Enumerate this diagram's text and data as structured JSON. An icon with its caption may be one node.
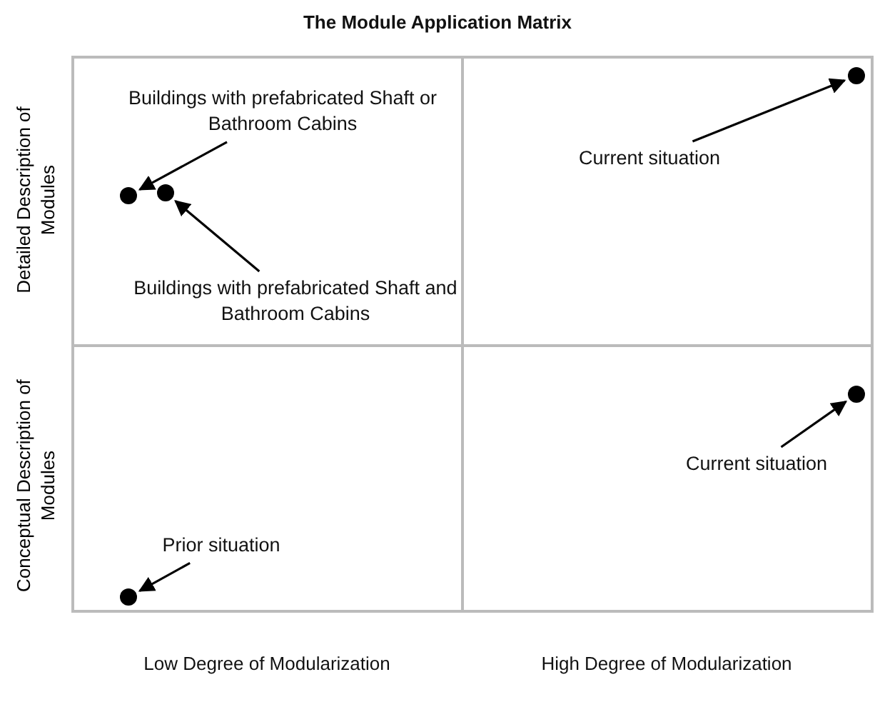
{
  "diagram": {
    "title": "The Module Application Matrix",
    "nodes": [
      {
        "text": [
          "Buildings with prefabricated Shaft or Bathroom Cabins"
        ]
      },
      {
        "text": [],
        "shape": "circle"
      },
      {
        "text": [],
        "shape": "circle"
      },
      {
        "text": [
          "Buildings with prefabricated Shaft and Bathroom Cabins"
        ]
      },
      {
        "text": [],
        "shape": "circle"
      },
      {
        "text": [
          "Current situation"
        ]
      },
      {
        "text": [],
        "shape": "circle"
      },
      {
        "text": [
          "Current situation"
        ]
      },
      {
        "text": [
          "Prior situation"
        ]
      },
      {
        "text": [],
        "shape": "circle"
      }
    ],
    "edges": [
      {
        "from": 0,
        "to": 1,
        "arrow": "to"
      },
      {
        "from": 3,
        "to": 2,
        "arrow": "to"
      },
      {
        "from": 5,
        "to": 4,
        "arrow": "to"
      },
      {
        "from": 7,
        "to": 6,
        "arrow": "to"
      },
      {
        "from": 8,
        "to": 9,
        "arrow": "to"
      }
    ],
    "labels": [
      "Detailed Description of Modules",
      "Conceptual Description of Modules",
      "Low Degree of Modularization",
      "High Degree of Modularization"
    ]
  }
}
